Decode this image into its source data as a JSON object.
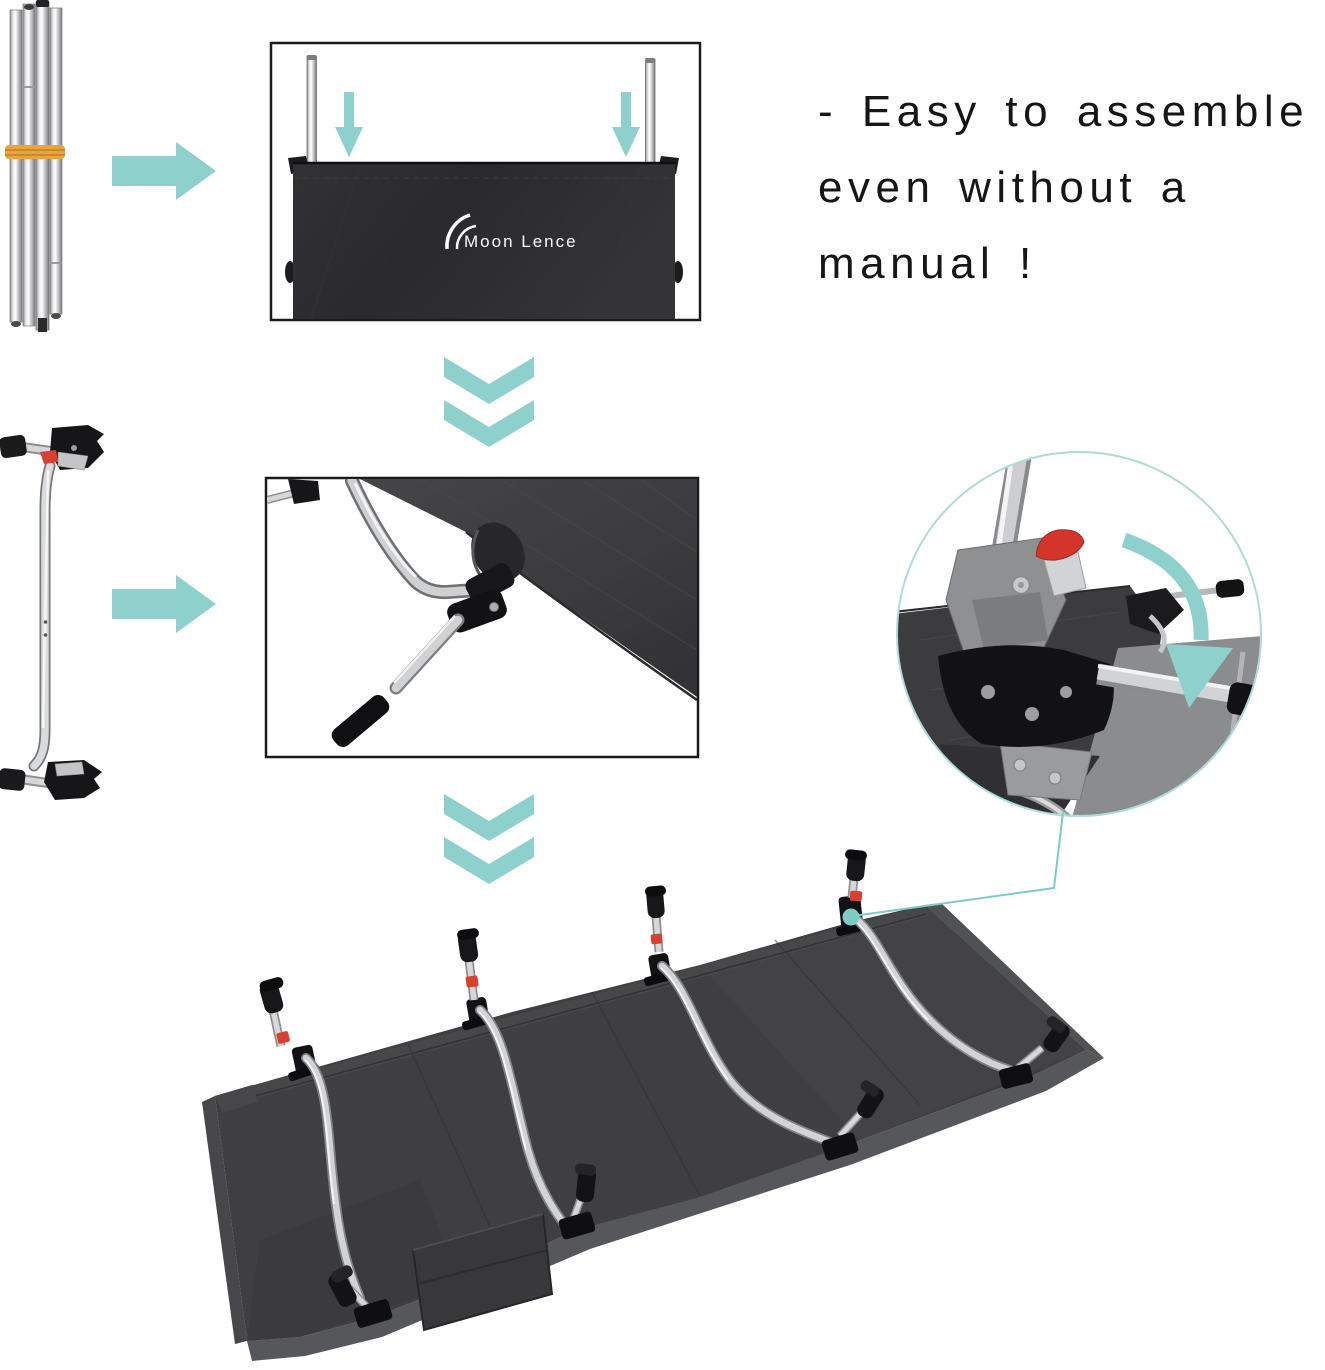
{
  "headline": {
    "line1": "- Easy to assemble",
    "line2": "even without a",
    "line3": "manual !"
  },
  "brand": {
    "logo_text": "Moon Lence"
  },
  "colors": {
    "teal_arrow": "#8ed1cc",
    "teal_ring": "#aedbd7",
    "teal_callout": "#7ecac5",
    "red_lever": "#d5342b",
    "red_band": "#d8402f",
    "orange_strap": "#e8a43f",
    "fabric_dark": "#3f3f41",
    "fabric_panel": "#2e2e30",
    "ink": "#161616"
  },
  "icons": {
    "step1": "arrow-right-icon",
    "step2": "arrow-right-icon",
    "insert_left": "arrow-down-icon",
    "insert_right": "arrow-down-icon",
    "flow_1": "double-chevron-down-icon",
    "flow_2": "double-chevron-down-icon",
    "rotate_hint": "curved-arrow-down-icon",
    "callout_marker": "callout-dot"
  }
}
